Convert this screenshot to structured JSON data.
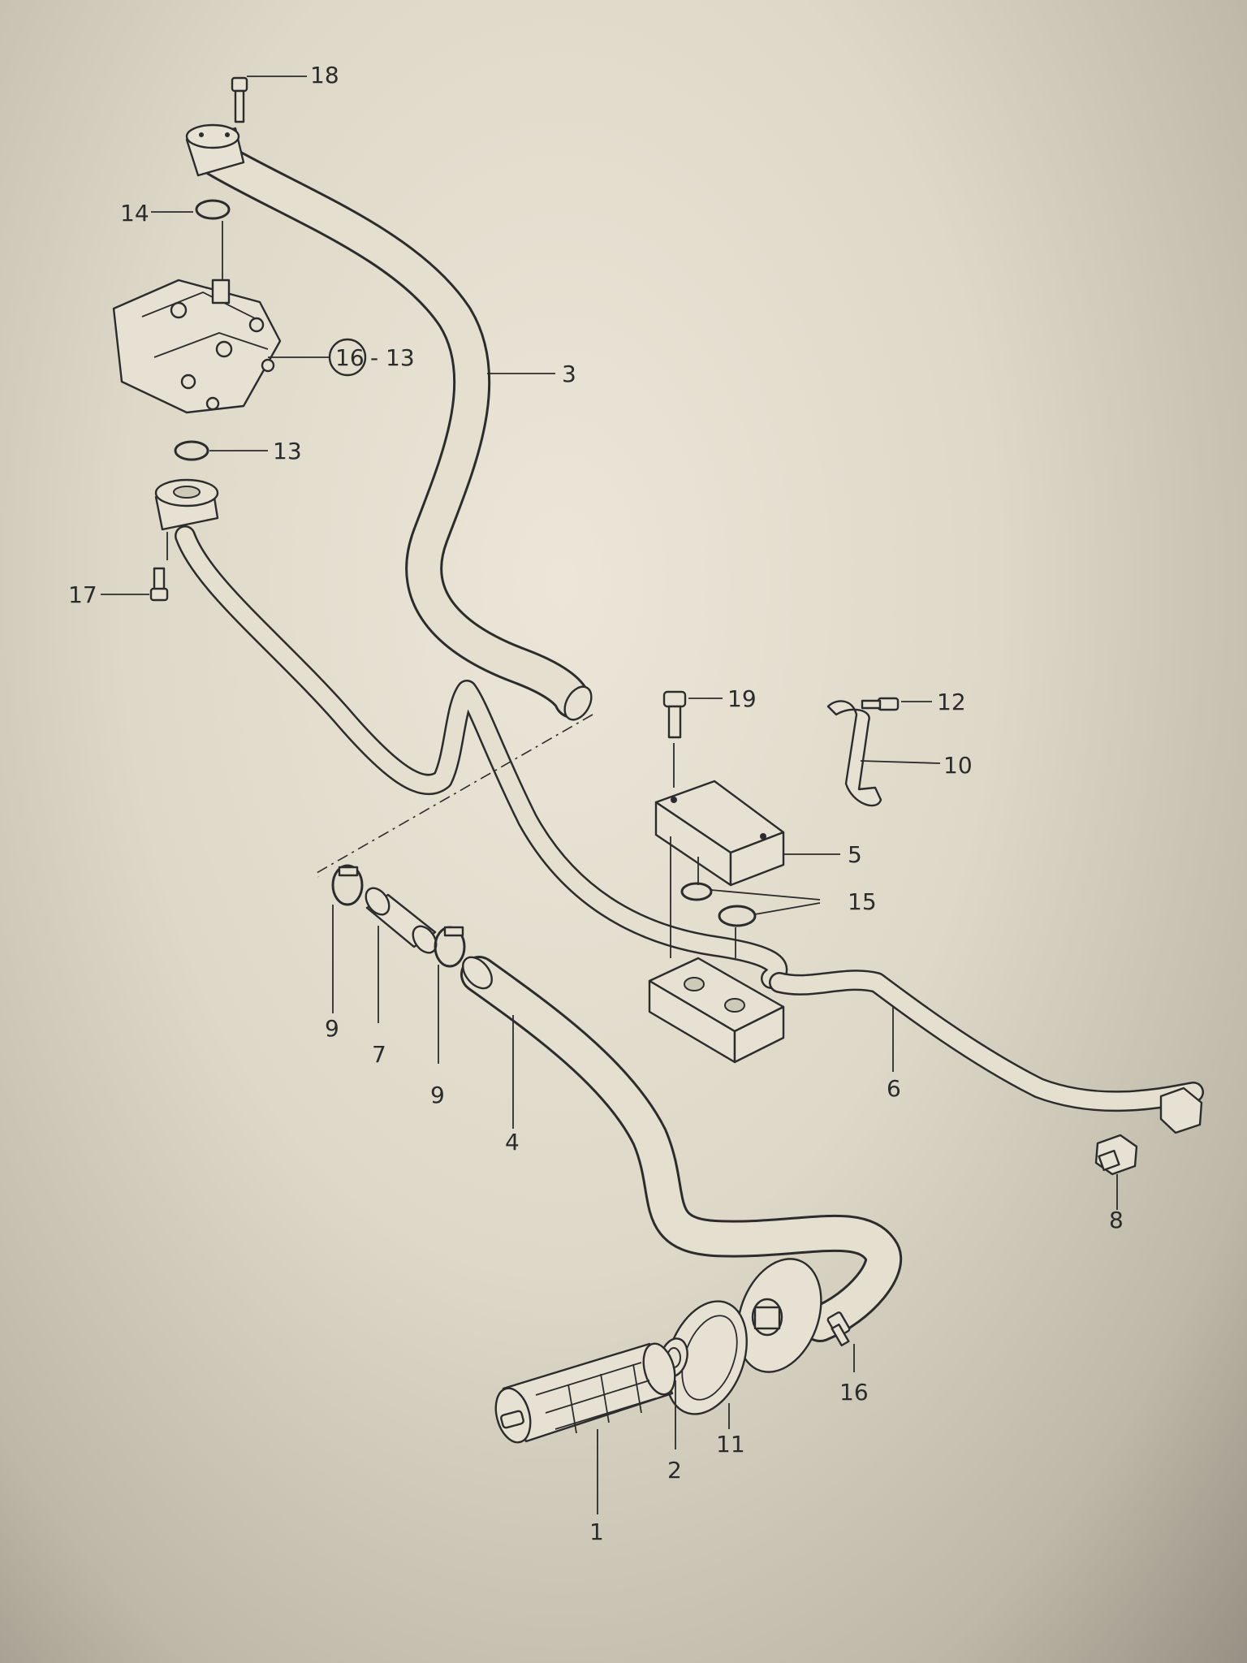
{
  "callouts": {
    "n1": "1",
    "n2": "2",
    "n3": "3",
    "n4": "4",
    "n5": "5",
    "n6": "6",
    "n7": "7",
    "n8": "8",
    "n9a": "9",
    "n9b": "9",
    "n10": "10",
    "n11": "11",
    "n12": "12",
    "n13": "13",
    "n13b": "- 13",
    "n14": "14",
    "n15": "15",
    "n16": "16",
    "n16circ": "16",
    "n17": "17",
    "n18": "18",
    "n19": "19"
  }
}
